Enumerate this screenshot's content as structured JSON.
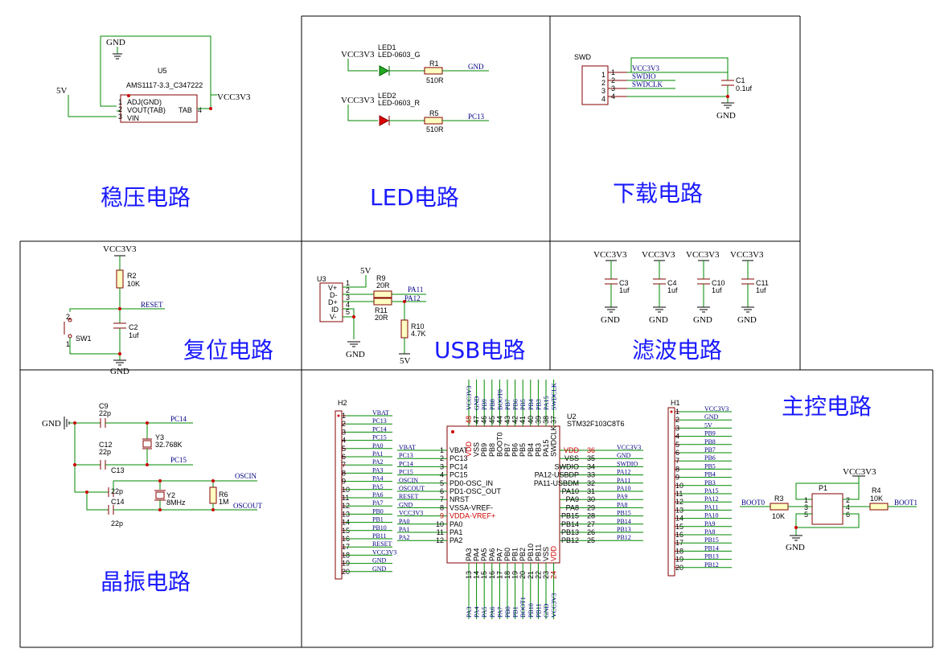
{
  "titles": {
    "reg": "稳压电路",
    "led": "LED电路",
    "dl": "下载电路",
    "rst": "复位电路",
    "usb": "USB电路",
    "flt": "滤波电路",
    "osc": "晶振电路",
    "main": "主控电路"
  },
  "nets": {
    "gnd": "GND",
    "v5": "5V",
    "vcc": "VCC3V3",
    "pc13": "PC13",
    "reset": "RESET",
    "pa11": "PA11",
    "pa12": "PA12",
    "pc14": "PC14",
    "pc15": "PC15",
    "oscin": "OSCIN",
    "oscout": "OSCOUT",
    "swdio": "SWDIO",
    "swdclk": "SWDCLK",
    "boot0": "BOOT0",
    "boot1": "BOOT1"
  },
  "reg": {
    "ref": "U5",
    "value": "AMS1117-3.3_C347222",
    "pins": [
      "ADJ(GND)",
      "VOUT(TAB)",
      "VIN"
    ],
    "tab": "TAB",
    "n1": "1",
    "n2": "2",
    "n3": "3",
    "n4": "4"
  },
  "led": {
    "l1ref": "LED1",
    "l1val": "LED-0603_G",
    "l2ref": "LED2",
    "l2val": "LED-0603_R",
    "r1ref": "R1",
    "r1val": "510R",
    "r5ref": "R5",
    "r5val": "510R"
  },
  "swd": {
    "ref": "SWD",
    "c1ref": "C1",
    "c1val": "0.1uf",
    "p1": "1",
    "p2": "2",
    "p3": "3",
    "p4": "4"
  },
  "rst": {
    "r2ref": "R2",
    "r2val": "10K",
    "c2ref": "C2",
    "c2val": "1uf",
    "swref": "SW1",
    "s1": "1",
    "s2": "2"
  },
  "usb": {
    "ref": "U3",
    "pins": [
      "V+",
      "D-",
      "D+",
      "ID",
      "V-"
    ],
    "nums": [
      "1",
      "2",
      "3",
      "4",
      "5"
    ],
    "r9ref": "R9",
    "r9val": "20R",
    "r11ref": "R11",
    "r11val": "20R",
    "r10ref": "R10",
    "r10val": "4.7K"
  },
  "flt": {
    "caps": [
      {
        "ref": "C3",
        "val": "1uf"
      },
      {
        "ref": "C4",
        "val": "1uf"
      },
      {
        "ref": "C10",
        "val": "1uf"
      },
      {
        "ref": "C11",
        "val": "1uf"
      }
    ]
  },
  "osc": {
    "c9ref": "C9",
    "c9val": "22p",
    "c12ref": "C12",
    "c12val": "22p",
    "c13ref": "C13",
    "c13val": "22p",
    "c14ref": "C14",
    "c14val": "22p",
    "y3ref": "Y3",
    "y3val": "32.768K",
    "y2ref": "Y2",
    "y2val": "8MHz",
    "r6ref": "R6",
    "r6val": "1M"
  },
  "h2": {
    "ref": "H2",
    "nets": [
      "VBAT",
      "PC13",
      "PC14",
      "PC15",
      "PA0",
      "PA1",
      "PA2",
      "PA3",
      "PA4",
      "PA5",
      "PA6",
      "PA7",
      "PB0",
      "PB1",
      "PB10",
      "PB11",
      "RESET",
      "VCC3V3",
      "GND",
      "GND"
    ]
  },
  "h1": {
    "ref": "H1",
    "nets": [
      "VCC3V3",
      "GND",
      "5V",
      "PB9",
      "PB8",
      "PB7",
      "PB6",
      "PB5",
      "PB4",
      "PB3",
      "PA15",
      "PA12",
      "PA11",
      "PA10",
      "PA9",
      "PA8",
      "PB15",
      "PB14",
      "PB13",
      "PB12"
    ]
  },
  "mcu": {
    "ref": "U2",
    "value": "STM32F103C8T6",
    "left": [
      {
        "n": "1",
        "p": "VBAT",
        "net": "VBAT"
      },
      {
        "n": "2",
        "p": "PC13",
        "net": "PC13"
      },
      {
        "n": "3",
        "p": "PC14",
        "net": "PC14"
      },
      {
        "n": "4",
        "p": "PC15",
        "net": "PC15"
      },
      {
        "n": "5",
        "p": "PD0-OSC_IN",
        "net": "OSCIN"
      },
      {
        "n": "6",
        "p": "PD1-OSC_OUT",
        "net": "OSCOUT"
      },
      {
        "n": "7",
        "p": "NRST",
        "net": "RESET"
      },
      {
        "n": "8",
        "p": "VSSA-VREF-",
        "net": "GND"
      },
      {
        "n": "9",
        "p": "VDDA-VREF+",
        "net": "VCC3V3"
      },
      {
        "n": "10",
        "p": "PA0",
        "net": "PA0"
      },
      {
        "n": "11",
        "p": "PA1",
        "net": "PA1"
      },
      {
        "n": "12",
        "p": "PA2",
        "net": "PA2"
      }
    ],
    "right": [
      {
        "n": "36",
        "p": "VDD",
        "net": "VCC3V3"
      },
      {
        "n": "35",
        "p": "VSS",
        "net": "GND"
      },
      {
        "n": "34",
        "p": "SWDIO",
        "net": "SWDIO"
      },
      {
        "n": "33",
        "p": "PA12-USBDP",
        "net": "PA12"
      },
      {
        "n": "32",
        "p": "PA11-USBDM",
        "net": "PA11"
      },
      {
        "n": "31",
        "p": "PA10",
        "net": "PA10"
      },
      {
        "n": "30",
        "p": "PA9",
        "net": "PA9"
      },
      {
        "n": "29",
        "p": "PA8",
        "net": "PA8"
      },
      {
        "n": "28",
        "p": "PB15",
        "net": "PB15"
      },
      {
        "n": "27",
        "p": "PB14",
        "net": "PB14"
      },
      {
        "n": "26",
        "p": "PB13",
        "net": "PB13"
      },
      {
        "n": "25",
        "p": "PB12",
        "net": "PB12"
      }
    ],
    "top": [
      {
        "n": "48",
        "p": "VDD",
        "net": "VCC3V3"
      },
      {
        "n": "47",
        "p": "VSS",
        "net": "GND"
      },
      {
        "n": "46",
        "p": "PB9",
        "net": "PB9"
      },
      {
        "n": "45",
        "p": "PB8",
        "net": "PB8"
      },
      {
        "n": "44",
        "p": "BOOT0",
        "net": "BOOT0"
      },
      {
        "n": "43",
        "p": "PB7",
        "net": "PB7"
      },
      {
        "n": "42",
        "p": "PB6",
        "net": "PB6"
      },
      {
        "n": "41",
        "p": "PB5",
        "net": "PB5"
      },
      {
        "n": "40",
        "p": "PB4",
        "net": "PB4"
      },
      {
        "n": "39",
        "p": "PB3",
        "net": "PB3"
      },
      {
        "n": "38",
        "p": "PA15",
        "net": "PA15"
      },
      {
        "n": "37",
        "p": "SWDCLK",
        "net": "SWDCLK"
      }
    ],
    "bottom": [
      {
        "n": "13",
        "p": "PA3",
        "net": "PA3"
      },
      {
        "n": "14",
        "p": "PA4",
        "net": "PA4"
      },
      {
        "n": "15",
        "p": "PA5",
        "net": "PA5"
      },
      {
        "n": "16",
        "p": "PA6",
        "net": "PA6"
      },
      {
        "n": "17",
        "p": "PA7",
        "net": "PA7"
      },
      {
        "n": "18",
        "p": "PB0",
        "net": "PB0"
      },
      {
        "n": "19",
        "p": "PB1",
        "net": "PB1"
      },
      {
        "n": "20",
        "p": "PB2",
        "net": "BOOT1"
      },
      {
        "n": "21",
        "p": "PB10",
        "net": "PB10"
      },
      {
        "n": "22",
        "p": "PB11",
        "net": "PB11"
      },
      {
        "n": "23",
        "p": "VSS",
        "net": "GND"
      },
      {
        "n": "24",
        "p": "VDD",
        "net": "VCC3V3"
      }
    ]
  },
  "boot": {
    "p1ref": "P1",
    "r3ref": "R3",
    "r3val": "10K",
    "r4ref": "R4",
    "r4val": "10K",
    "pins": [
      "1",
      "3",
      "5",
      "2",
      "4",
      "6"
    ]
  }
}
